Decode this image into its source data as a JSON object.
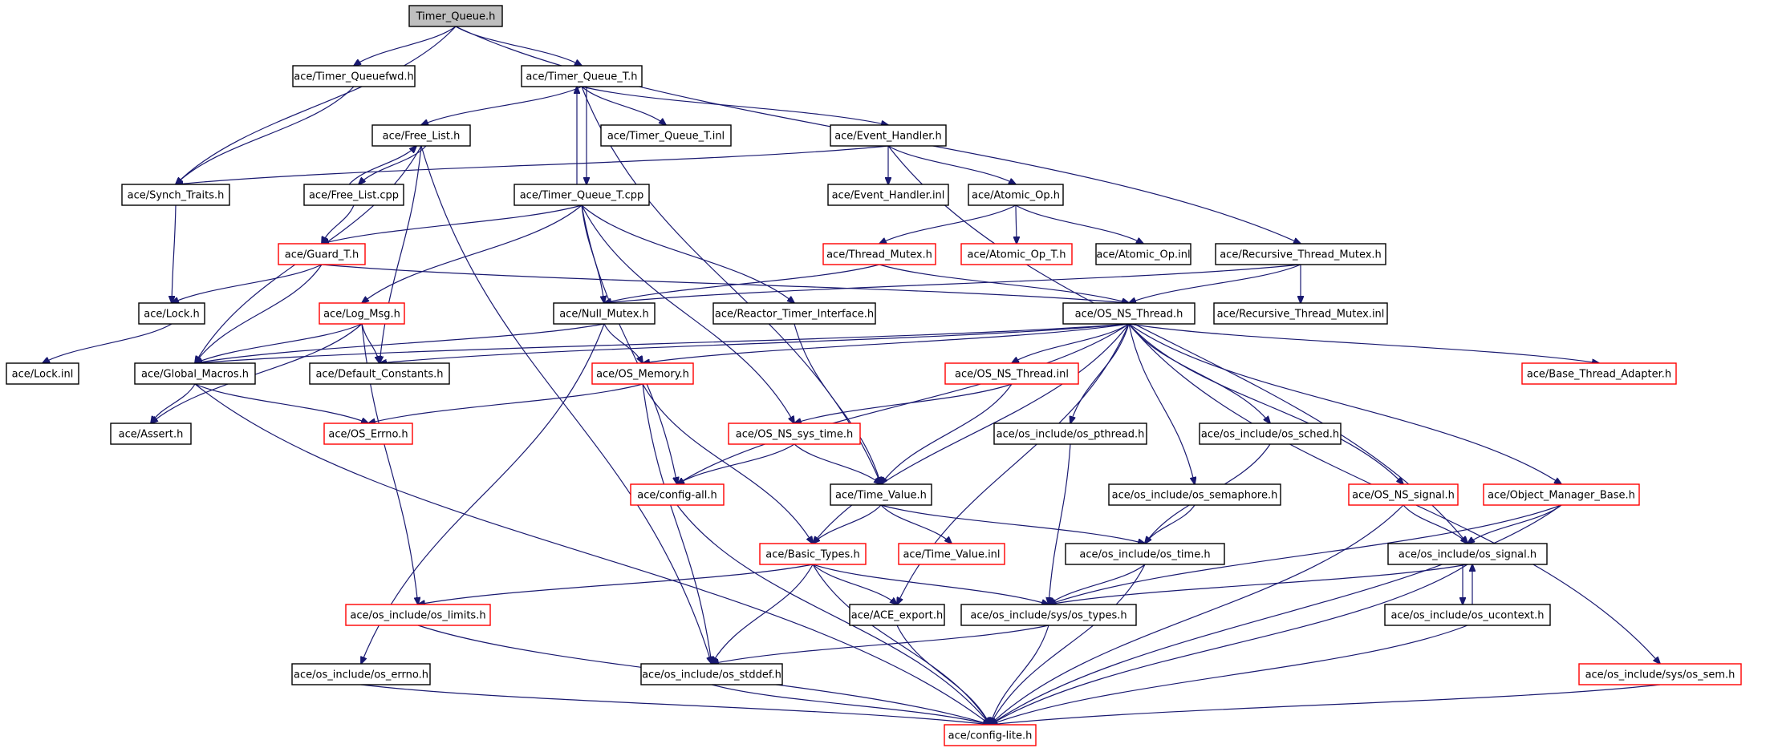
{
  "title": "Timer_Queue.h",
  "colors": {
    "edge": "#191970",
    "normal_border": "#000000",
    "red_border": "#ff0000",
    "root_fill": "#bfbfbf"
  },
  "nodes": {
    "timer_queue_h": "Timer_Queue.h",
    "timer_queuefwd_h": "ace/Timer_Queuefwd.h",
    "timer_queue_t_h": "ace/Timer_Queue_T.h",
    "free_list_h": "ace/Free_List.h",
    "timer_queue_t_inl": "ace/Timer_Queue_T.inl",
    "event_handler_h": "ace/Event_Handler.h",
    "synch_traits_h": "ace/Synch_Traits.h",
    "free_list_cpp": "ace/Free_List.cpp",
    "timer_queue_t_cpp": "ace/Timer_Queue_T.cpp",
    "event_handler_inl": "ace/Event_Handler.inl",
    "atomic_op_h": "ace/Atomic_Op.h",
    "guard_t_h": "ace/Guard_T.h",
    "thread_mutex_h": "ace/Thread_Mutex.h",
    "atomic_op_t_h": "ace/Atomic_Op_T.h",
    "atomic_op_inl": "ace/Atomic_Op.inl",
    "recursive_thread_mutex_h": "ace/Recursive_Thread_Mutex.h",
    "lock_h": "ace/Lock.h",
    "log_msg_h": "ace/Log_Msg.h",
    "null_mutex_h": "ace/Null_Mutex.h",
    "reactor_timer_interface_h": "ace/Reactor_Timer_Interface.h",
    "os_ns_thread_h": "ace/OS_NS_Thread.h",
    "recursive_thread_mutex_inl": "ace/Recursive_Thread_Mutex.inl",
    "lock_inl": "ace/Lock.inl",
    "global_macros_h": "ace/Global_Macros.h",
    "default_constants_h": "ace/Default_Constants.h",
    "os_memory_h": "ace/OS_Memory.h",
    "os_ns_thread_inl": "ace/OS_NS_Thread.inl",
    "base_thread_adapter_h": "ace/Base_Thread_Adapter.h",
    "assert_h": "ace/Assert.h",
    "os_errno_h": "ace/OS_Errno.h",
    "os_ns_sys_time_h": "ace/OS_NS_sys_time.h",
    "os_pthread_h": "ace/os_include/os_pthread.h",
    "os_sched_h": "ace/os_include/os_sched.h",
    "config_all_h": "ace/config-all.h",
    "time_value_h": "ace/Time_Value.h",
    "os_semaphore_h": "ace/os_include/os_semaphore.h",
    "os_ns_signal_h": "ace/OS_NS_signal.h",
    "object_manager_base_h": "ace/Object_Manager_Base.h",
    "basic_types_h": "ace/Basic_Types.h",
    "time_value_inl": "ace/Time_Value.inl",
    "os_time_h": "ace/os_include/os_time.h",
    "os_signal_h": "ace/os_include/os_signal.h",
    "os_limits_h": "ace/os_include/os_limits.h",
    "ace_export_h": "ace/ACE_export.h",
    "os_types_h": "ace/os_include/sys/os_types.h",
    "os_ucontext_h": "ace/os_include/os_ucontext.h",
    "os_errno_inc_h": "ace/os_include/os_errno.h",
    "os_stddef_h": "ace/os_include/os_stddef.h",
    "os_sem_h": "ace/os_include/sys/os_sem.h",
    "config_lite_h": "ace/config-lite.h"
  }
}
